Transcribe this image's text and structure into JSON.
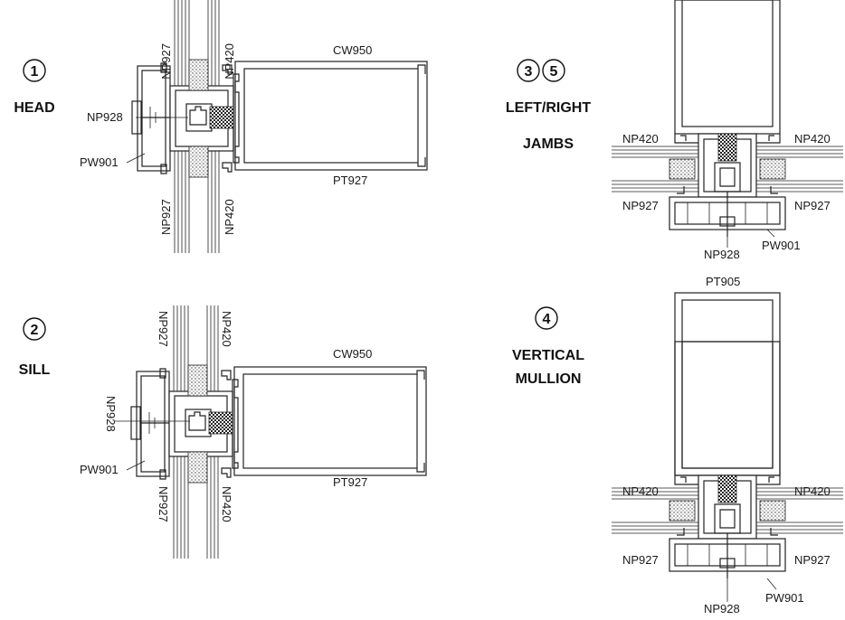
{
  "details": [
    {
      "number": "1",
      "title": "HEAD",
      "labels": {
        "top_left": "NP927",
        "top_right": "NP420",
        "outer": "CW950",
        "gasket": "NP928",
        "bolt": "PW901",
        "bottom": "PT927",
        "bottom_left": "NP927",
        "bottom_right": "NP420"
      }
    },
    {
      "number": "2",
      "title": "SILL",
      "labels": {
        "top_left": "NP927",
        "top_right": "NP420",
        "outer": "CW950",
        "gasket": "NP928",
        "bolt": "PW901",
        "bottom": "PT927",
        "bottom_left": "NP927",
        "bottom_right": "NP420"
      }
    },
    {
      "number_a": "3",
      "number_b": "5",
      "title_line1": "LEFT/RIGHT",
      "title_line2": "JAMBS",
      "labels": {
        "upper_left": "NP420",
        "upper_right": "NP420",
        "lower_left": "NP927",
        "lower_right": "NP927",
        "gasket": "NP928",
        "bolt": "PW901"
      }
    },
    {
      "number": "4",
      "title_line1": "VERTICAL",
      "title_line2": "MULLION",
      "labels": {
        "top": "PT905",
        "upper_left": "NP420",
        "upper_right": "NP420",
        "lower_left": "NP927",
        "lower_right": "NP927",
        "gasket": "NP928",
        "bolt": "PW901"
      }
    }
  ]
}
